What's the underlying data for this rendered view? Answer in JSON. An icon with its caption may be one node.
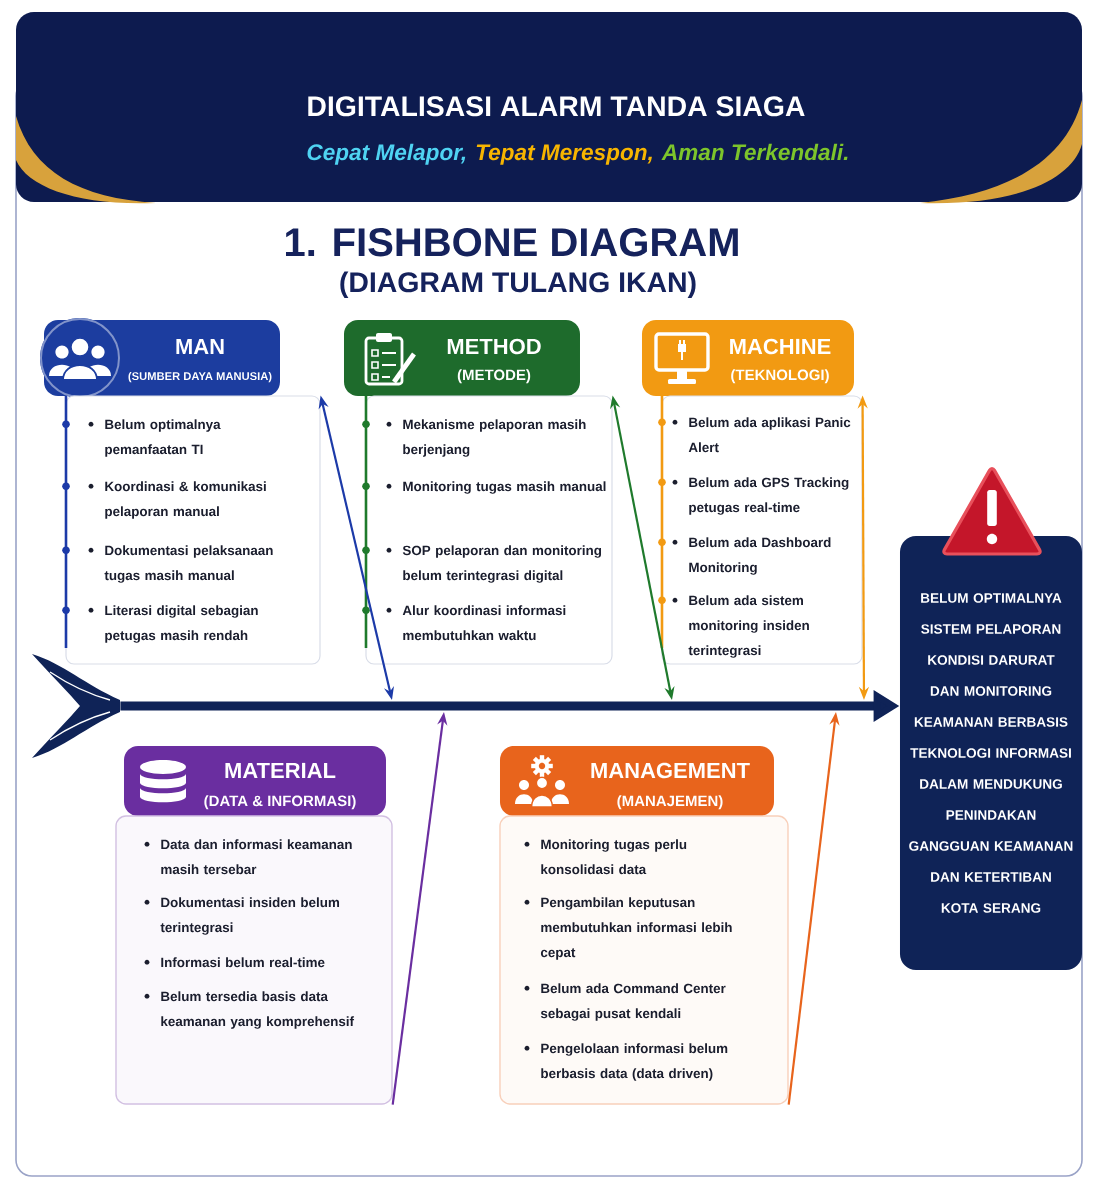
{
  "diagram": {
    "title": "1. FISHBONE DIAGRAM",
    "nodes": [
      {
        "text": [
          "MAN",
          "(SUMBER DAYA MANUSIA)"
        ]
      },
      {
        "text": [
          "Belum optimalnya pemanfaatan TI",
          "Koordinasi & komunikasi pelaporan manual",
          "Dokumentasi pelaksanaan tugas masih manual",
          "Literasi digital sebagian petugas masih rendah"
        ]
      },
      {
        "text": [
          "METHOD",
          "(METODE)"
        ]
      },
      {
        "text": [
          "Mekanisme pelaporan masih berjenjang",
          "Monitoring tugas masih manual",
          "SOP pelaporan dan monitoring belum terintegrasi digital",
          "Alur koordinasi informasi membutuhkan waktu"
        ]
      },
      {
        "text": [
          "MACHINE",
          "(TEKNOLOGI)"
        ]
      },
      {
        "text": [
          "Belum ada aplikasi Panic Alert",
          "Belum ada GPS Tracking petugas real-time",
          "Belum ada Dashboard Monitoring",
          "Belum ada sistem monitoring insiden terintegrasi"
        ]
      },
      {
        "text": [],
        "shape": "picture"
      },
      {
        "text": [
          "BELUM OPTIMALNYA SISTEM PELAPORAN KONDISI DARURAT DAN MONITORING KEAMANAN BERBASIS TEKNOLOGI INFORMASI DALAM MENDUKUNG PENINDAKAN GANGGUAN KEAMANAN DAN KETERTIBAN KOTA SERANG"
        ]
      },
      {
        "text": [
          "MATERIAL",
          "(DATA & INFORMASI)"
        ]
      },
      {
        "text": [
          "Data dan informasi keamanan masih tersebar",
          "Dokumentasi insiden belum terintegrasi",
          "Informasi belum real-time",
          "Belum tersedia basis data keamanan yang komprehensif"
        ]
      },
      {
        "text": [
          "MANAGEMENT",
          "(MANAJEMEN)"
        ]
      },
      {
        "text": [
          "Monitoring tugas perlu konsolidasi data",
          "Pengambilan keputusan membutuhkan informasi lebih cepat",
          "Belum ada Command Center sebagai pusat kendali",
          "Pengelolaan informasi belum berbasis data (data driven)"
        ]
      }
    ],
    "edges": [
      {
        "from": 6,
        "to": 7,
        "arrow": "to",
        "style": "thick",
        "color": "#0f2357"
      },
      {
        "from": 1,
        "to": null,
        "arrow": "both",
        "color": "#1c3aa8"
      },
      {
        "from": 3,
        "to": null,
        "arrow": "both",
        "color": "#1f7a2c"
      },
      {
        "from": 5,
        "to": null,
        "arrow": "both",
        "color": "#f29a12"
      },
      {
        "from": 9,
        "to": null,
        "arrow": "to",
        "color": "#6a2ea0"
      },
      {
        "from": 11,
        "to": null,
        "arrow": "to",
        "color": "#e8641c"
      }
    ],
    "labels": [
      "DIGITALISASI ALARM TANDA SIAGA",
      "Cepat Melapor,",
      "Tepat Merespon,",
      "Aman Terkendali.",
      "(DIAGRAM TULANG IKAN)"
    ]
  }
}
